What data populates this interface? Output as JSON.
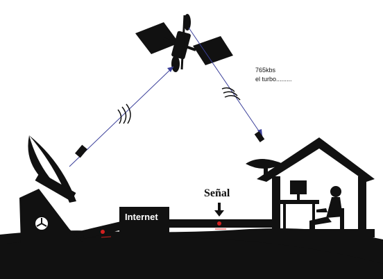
{
  "labels": {
    "internet": "Internet",
    "signal": "Señal",
    "speed": "765kbs",
    "turbo": "el turbo........."
  },
  "colors": {
    "silhouette": "#111111",
    "signal_line": "#3a3f9a",
    "signal_dot": "#d42020",
    "background": "#ffffff"
  },
  "icons": [
    "satellite-icon",
    "ground-station-dish-icon",
    "house-icon",
    "computer-user-icon",
    "signal-arrow-icon"
  ]
}
